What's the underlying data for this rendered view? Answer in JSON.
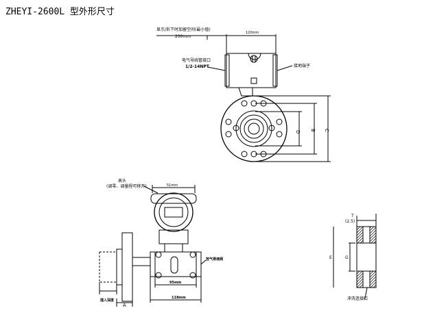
{
  "title": "ZHEYI-2600L 型外形尺寸",
  "top_view": {
    "clearance_note": "显示/拆下时加留空间(最小值)",
    "clearance_dim": "200mm",
    "width_dim": "120mm",
    "conduit_label": "电气导线管接口",
    "conduit_thread": "1/2-14NPT",
    "ground_label": "接地端子"
  },
  "flange_view": {
    "dim_d": "D",
    "dim_b": "B",
    "dim_c": "C"
  },
  "side_view": {
    "meter_label": "表头",
    "meter_note": "(调零、调量程可移开)",
    "head_dim": "51mm",
    "vent_label": "放气排液阀",
    "dim_inner": "95mm",
    "dim_outer": "118mm",
    "insert_label": "插入深度",
    "dim_a": "A"
  },
  "ring_view": {
    "t_label": "T",
    "t_value": "(2.5)",
    "e_label": "E",
    "g_label": "G",
    "flush_label": "冲洗连接口"
  }
}
